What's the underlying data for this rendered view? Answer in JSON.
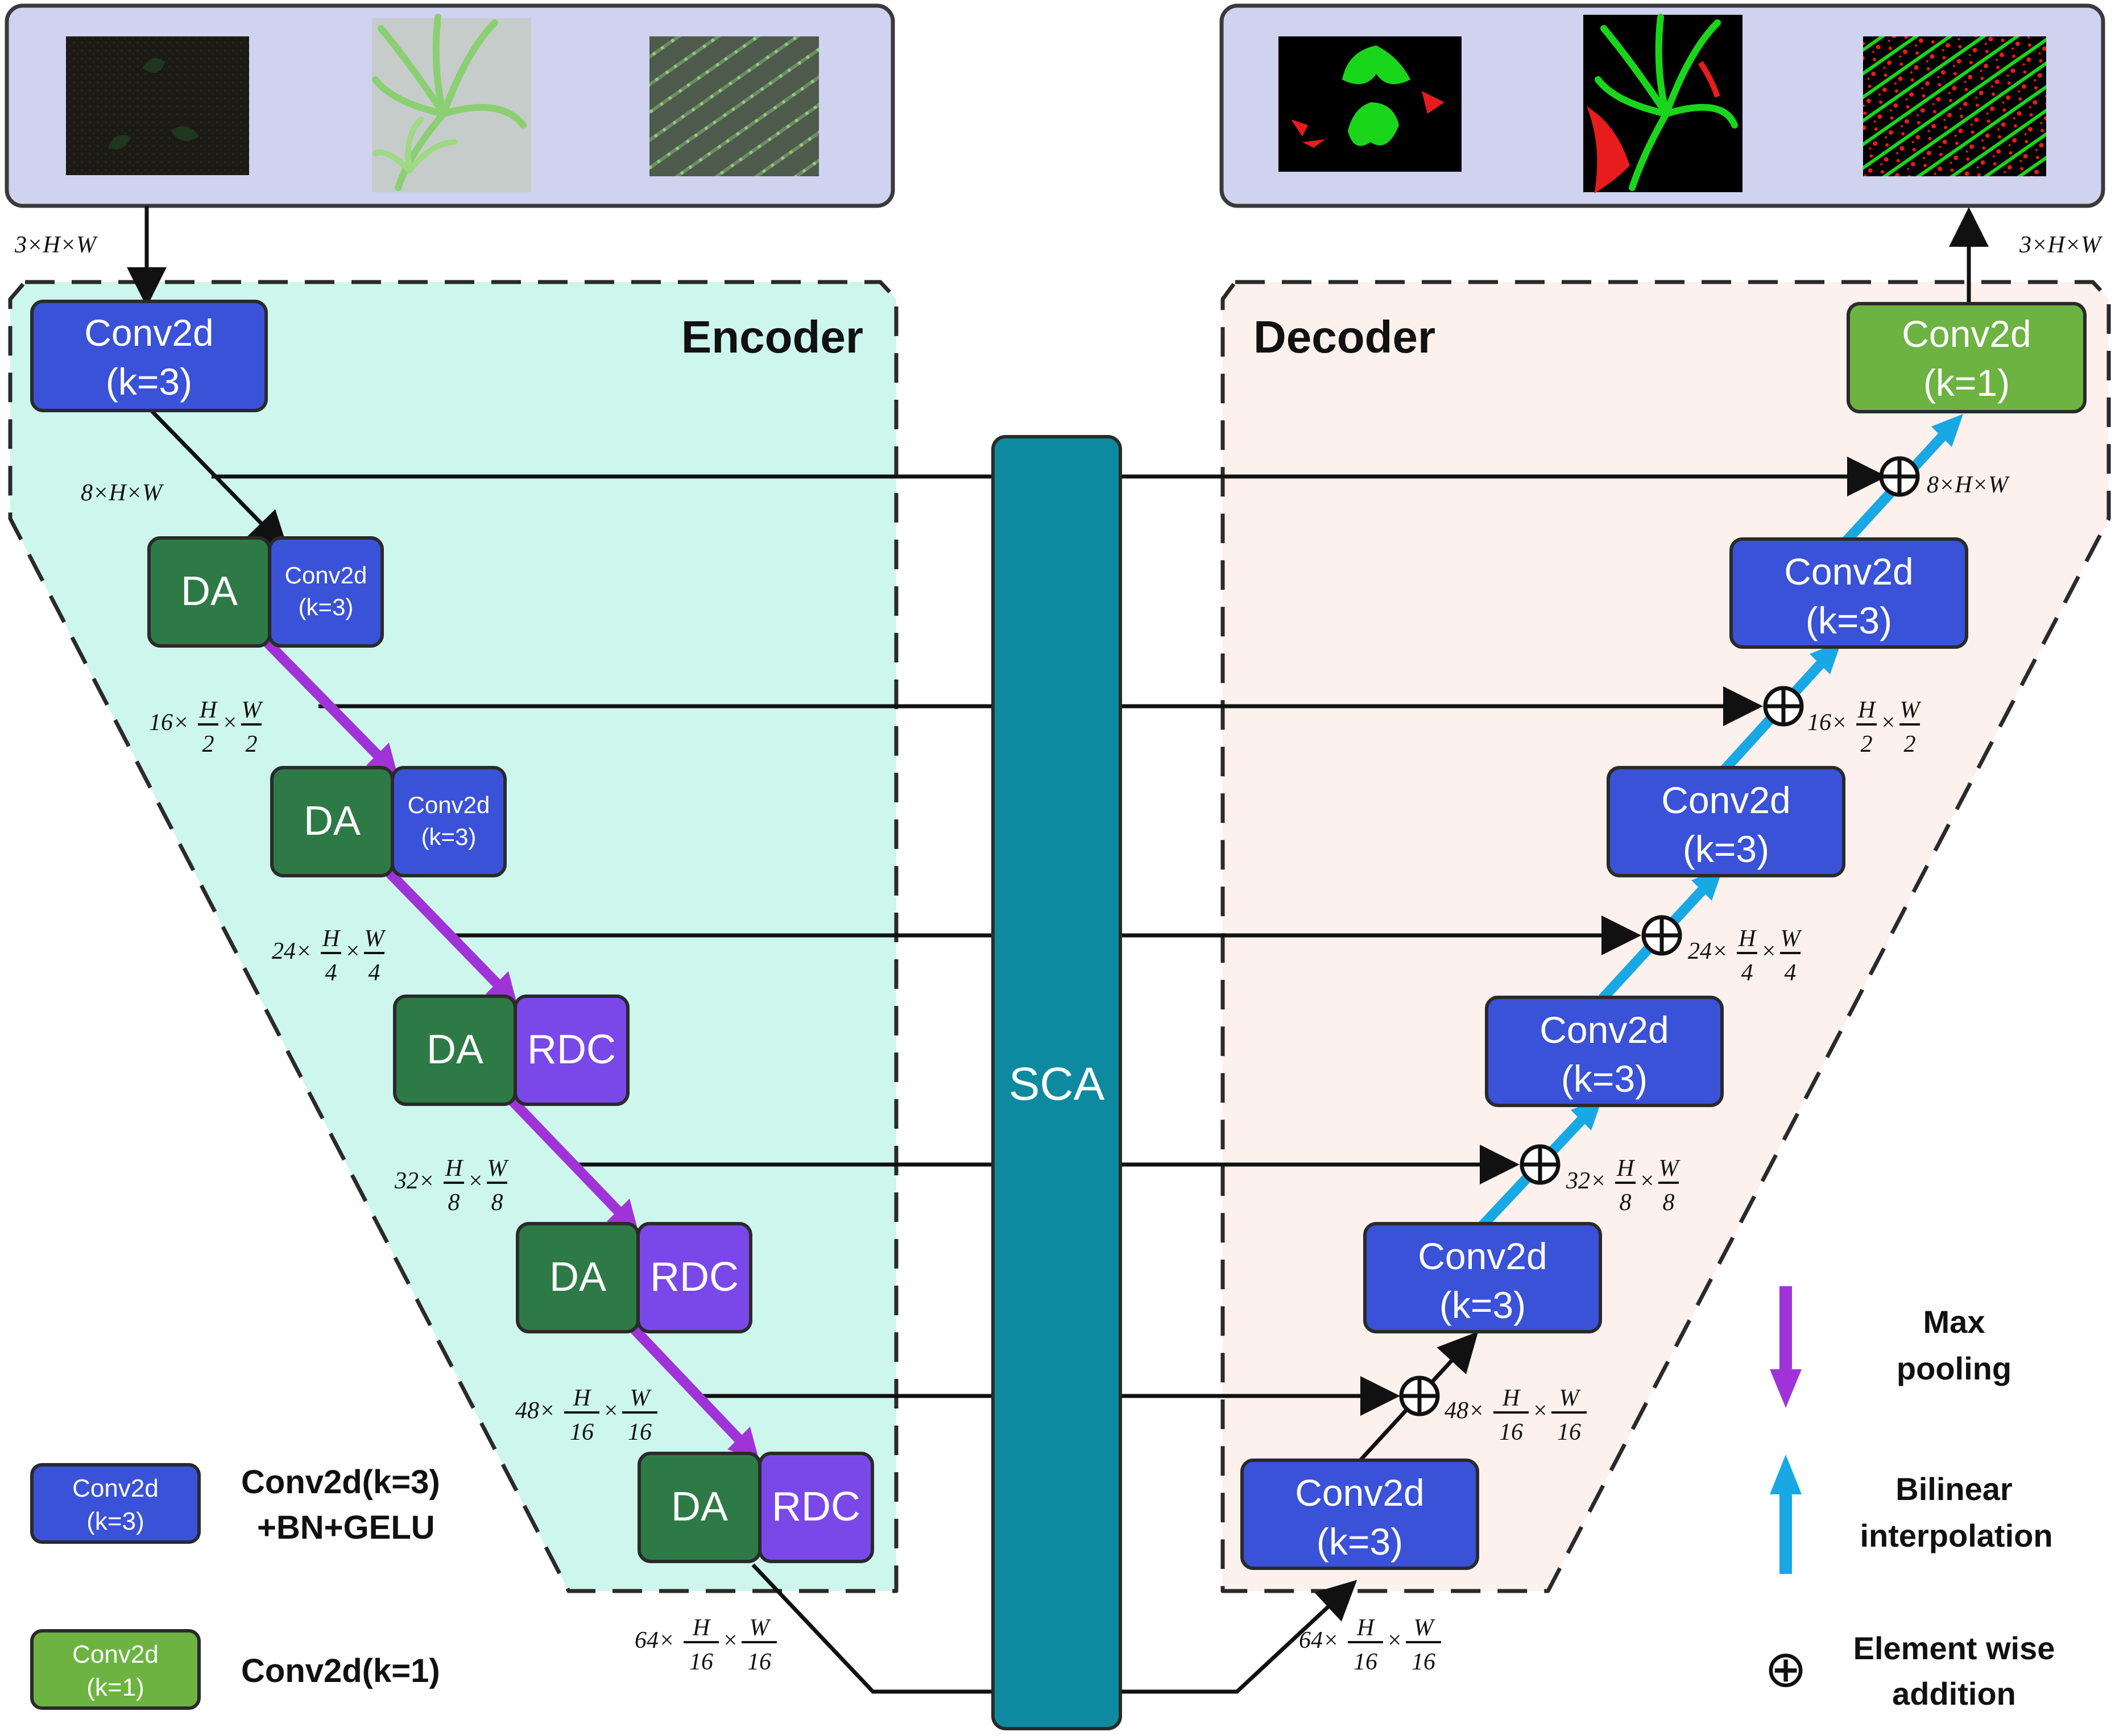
{
  "colors": {
    "conv3": "#3a52d8",
    "conv1": "#6db342",
    "da": "#2e7a46",
    "rdc": "#7a48e8",
    "sca": "#0d8aa0",
    "encoder_bg": "#cdf7ec",
    "decoder_bg": "#fcf1ec",
    "panel_bg": "#cfd3f0",
    "maxpool_arrow": "#a033d8",
    "bilinear_arrow": "#18a8e4"
  },
  "encoder": {
    "title": "Encoder",
    "conv_top": {
      "line1": "Conv2d",
      "line2": "(k=3)"
    },
    "blocks": [
      {
        "left": "DA",
        "right_line1": "Conv2d",
        "right_line2": "(k=3)"
      },
      {
        "left": "DA",
        "right_line1": "Conv2d",
        "right_line2": "(k=3)"
      },
      {
        "left": "DA",
        "right_line1": "RDC",
        "right_line2": ""
      },
      {
        "left": "DA",
        "right_line1": "RDC",
        "right_line2": ""
      },
      {
        "left": "DA",
        "right_line1": "RDC",
        "right_line2": ""
      }
    ]
  },
  "decoder": {
    "title": "Decoder",
    "conv_out": {
      "line1": "Conv2d",
      "line2": "(k=1)"
    },
    "blocks": [
      {
        "line1": "Conv2d",
        "line2": "(k=3)"
      },
      {
        "line1": "Conv2d",
        "line2": "(k=3)"
      },
      {
        "line1": "Conv2d",
        "line2": "(k=3)"
      },
      {
        "line1": "Conv2d",
        "line2": "(k=3)"
      },
      {
        "line1": "Conv2d",
        "line2": "(k=3)"
      }
    ]
  },
  "sca": {
    "label": "SCA"
  },
  "dims": {
    "input": "3×H×W",
    "output": "3×H×W",
    "enc": [
      {
        "c": "8",
        "h": "H",
        "w": "W"
      },
      {
        "c": "16",
        "h": "H/2",
        "w": "W/2"
      },
      {
        "c": "24",
        "h": "H/4",
        "w": "W/4"
      },
      {
        "c": "32",
        "h": "H/8",
        "w": "W/8"
      },
      {
        "c": "48",
        "h": "H/16",
        "w": "W/16"
      },
      {
        "c": "64",
        "h": "H/16",
        "w": "W/16"
      }
    ]
  },
  "legend": {
    "conv3_box_line1": "Conv2d",
    "conv3_box_line2": "(k=3)",
    "conv3_desc_line1": "Conv2d(k=3)",
    "conv3_desc_line2": "+BN+GELU",
    "conv1_box_line1": "Conv2d",
    "conv1_box_line2": "(k=1)",
    "conv1_desc": "Conv2d(k=1)",
    "maxpool_line1": "Max",
    "maxpool_line2": "pooling",
    "bilinear_line1": "Bilinear",
    "bilinear_line2": "interpolation",
    "plus_symbol": "⊕",
    "addition_line1": "Element wise",
    "addition_line2": "addition"
  }
}
